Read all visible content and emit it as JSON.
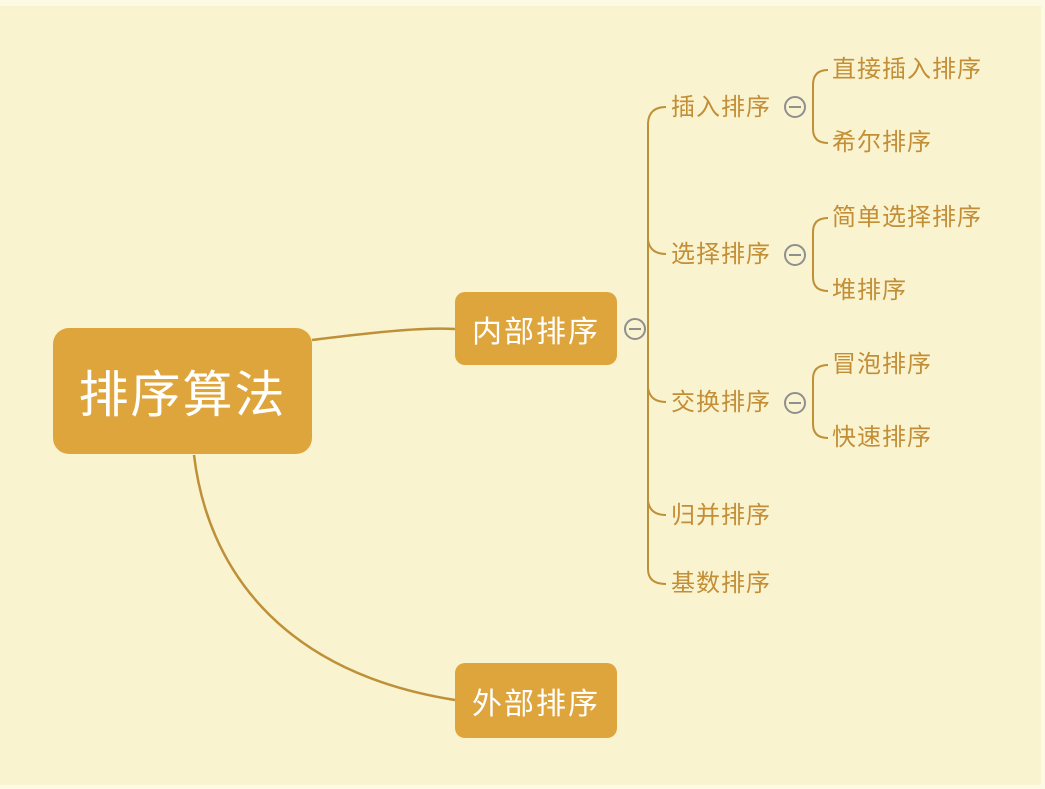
{
  "app": {
    "background_color": "#FAF3D0",
    "node_fill_color": "#DFA53D",
    "node_text_color": "#FFFFFF",
    "leaf_text_color": "#C28E36",
    "line_color": "#BE9038",
    "collapse_icon_color": "#8F8F8F",
    "collapse_icon": "minus-circle"
  },
  "mindmap": {
    "root": {
      "label": "排序算法"
    },
    "branches": [
      {
        "label": "内部排序",
        "collapse_icon": "minus-circle",
        "children": [
          {
            "label": "插入排序",
            "collapse_icon": "minus-circle",
            "children": [
              {
                "label": "直接插入排序"
              },
              {
                "label": "希尔排序"
              }
            ]
          },
          {
            "label": "选择排序",
            "collapse_icon": "minus-circle",
            "children": [
              {
                "label": "简单选择排序"
              },
              {
                "label": "堆排序"
              }
            ]
          },
          {
            "label": "交换排序",
            "collapse_icon": "minus-circle",
            "children": [
              {
                "label": "冒泡排序"
              },
              {
                "label": "快速排序"
              }
            ]
          },
          {
            "label": "归并排序",
            "children": []
          },
          {
            "label": "基数排序",
            "children": []
          }
        ]
      },
      {
        "label": "外部排序",
        "children": []
      }
    ]
  }
}
